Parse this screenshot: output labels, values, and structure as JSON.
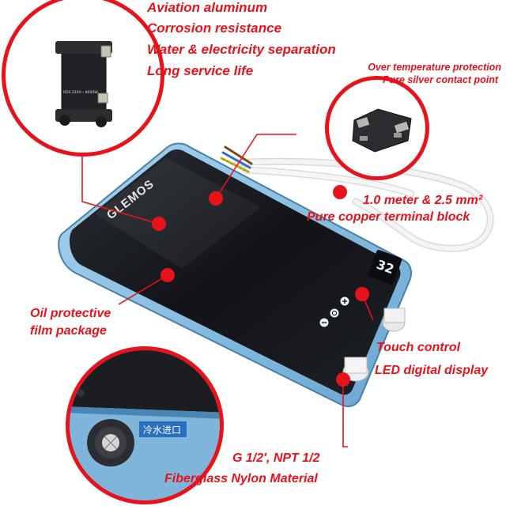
{
  "features_top": [
    "Aviation aluminum",
    "Corrosion resistance",
    "Water  & electricity separation",
    "Long service life"
  ],
  "protection": {
    "line1": "Over temperature protection",
    "line2": "Pure silver contact point"
  },
  "cable": {
    "line1": "1.0 meter & 2.5 mm²",
    "line2": "Pure copper terminal block"
  },
  "film": {
    "line1": "Oil protective",
    "line2": "film package"
  },
  "controls": {
    "line1": "Touch control",
    "line2": "LED digital display"
  },
  "inlet": {
    "line1": "G 1/2', NPT 1/2",
    "line2": "Fiberglass Nylon Material"
  },
  "device": {
    "brand": "GLEMOS",
    "display_value": "32",
    "inlet_tag": "冷水进口",
    "relay_marking": "RDS 220V~ 8000W"
  },
  "colors": {
    "accent_red": "#e8121b",
    "body_blue": "#8fc3e6",
    "panel_black": "#15171b"
  },
  "icons": [
    "power-icon",
    "plus-icon",
    "minus-icon"
  ]
}
